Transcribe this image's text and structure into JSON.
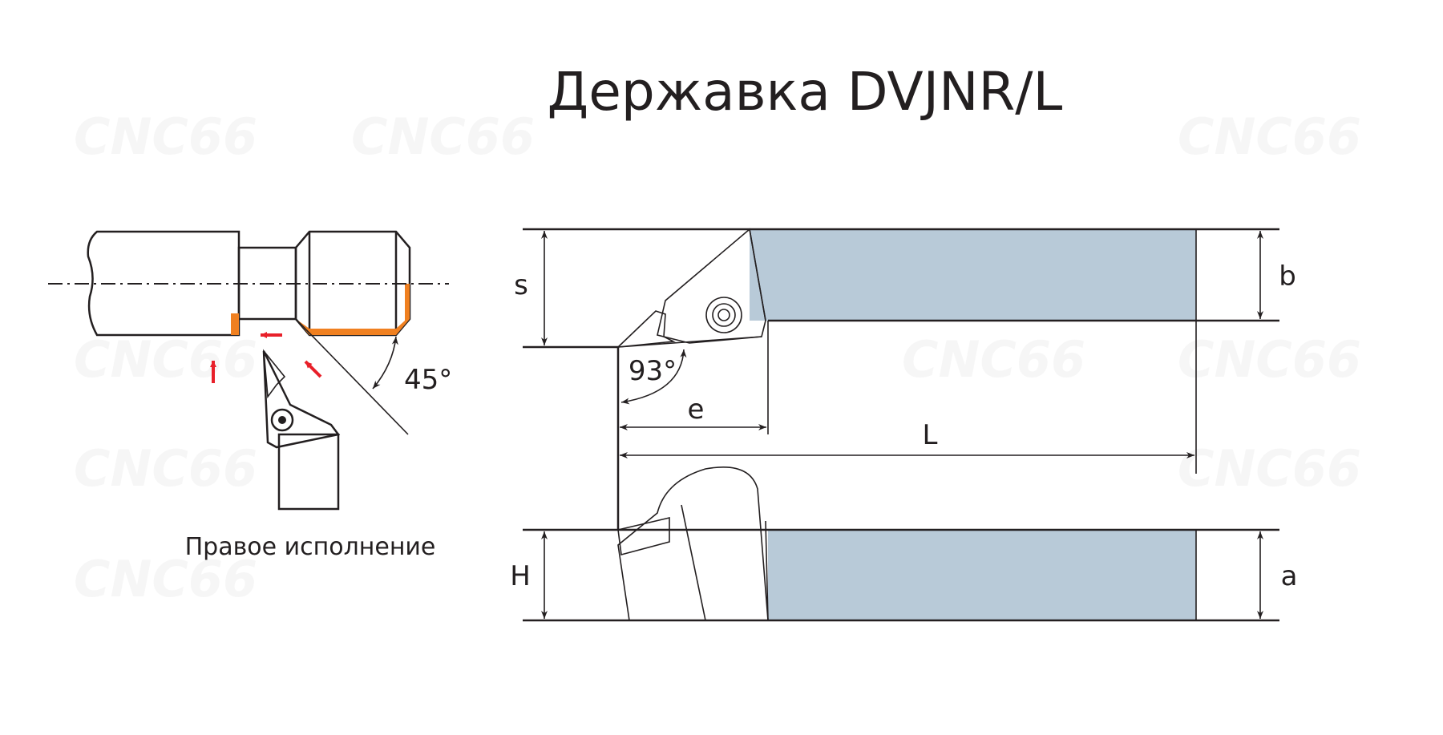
{
  "title": "Державка DVJNR/L",
  "watermark": "CNC66",
  "left_caption": "Правое исполнение",
  "angle_left": "45°",
  "angle_right": "93°",
  "dims": {
    "s": "s",
    "b": "b",
    "e": "e",
    "L": "L",
    "H": "H",
    "a": "a"
  },
  "colors": {
    "workpiece": "#00a0e0",
    "machined": "#f08020",
    "holder": "#b8cad8",
    "insert": "#ffe600",
    "arrow": "#e8202a",
    "line": "#231f20"
  }
}
